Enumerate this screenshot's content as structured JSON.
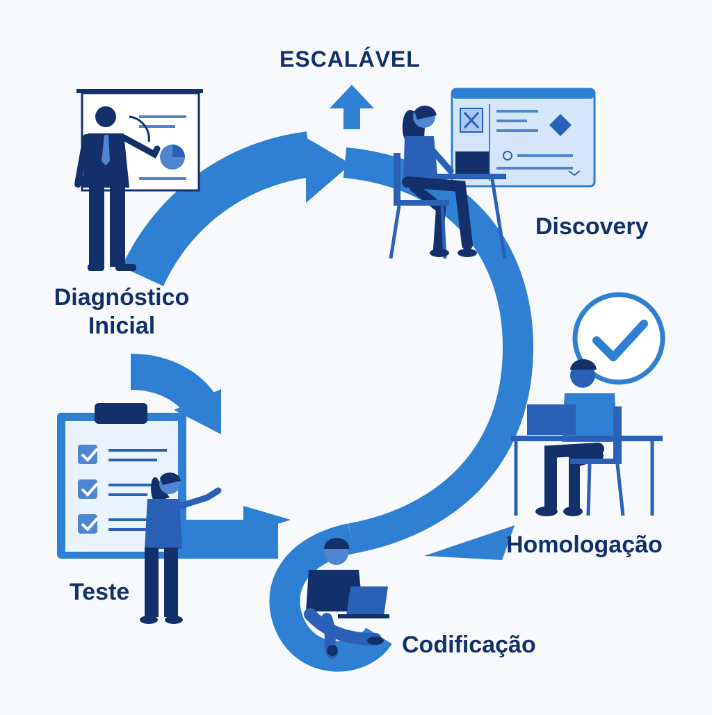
{
  "diagram": {
    "stages": {
      "escalavel": "ESCALÁVEL",
      "discovery": "Discovery",
      "diagnostico_line1": "Diagnóstico",
      "diagnostico_line2": "Inicial",
      "homologacao": "Homologação",
      "teste": "Teste",
      "codificacao": "Codificação"
    },
    "icons": {
      "up_arrow": "up-arrow-icon",
      "check_circle": "check-circle-icon",
      "presentation_board": "presentation-board-icon",
      "dashboard_window": "dashboard-window-icon",
      "checklist_clipboard": "checklist-clipboard-icon"
    },
    "colors": {
      "flow_blue": "#2f7fd3",
      "dark_navy": "#14306b",
      "figure_blue": "#2a60b5",
      "panel_light": "#d6e6fa",
      "background": "#f7f9fd"
    }
  }
}
